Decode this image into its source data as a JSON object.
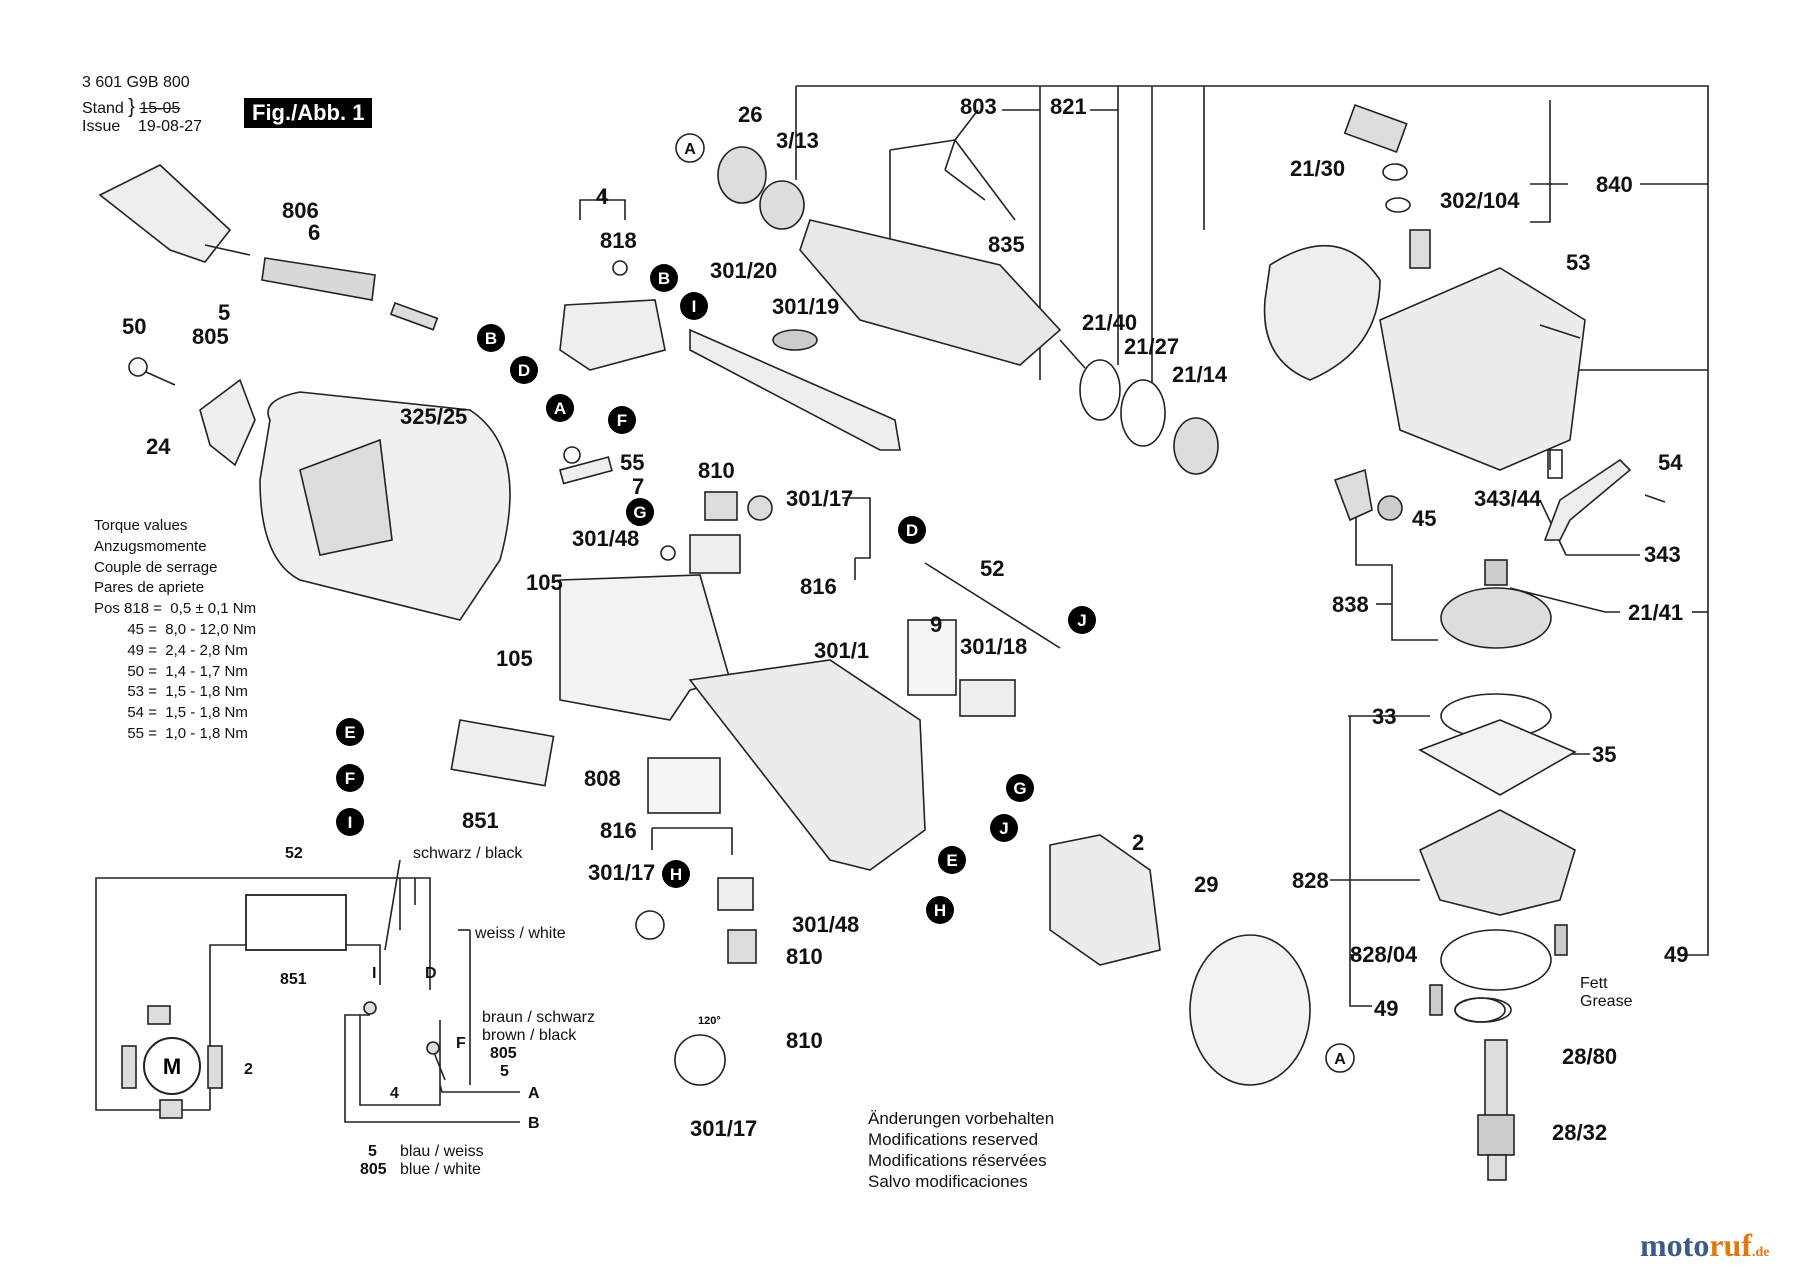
{
  "header": {
    "doc_number": "3 601 G9B 800",
    "stand_label": "Stand",
    "issue_label": "Issue",
    "stand_date": "15-05",
    "issue_date": "19-08-27",
    "figure": "Fig./Abb. 1"
  },
  "torque": {
    "title": [
      "Torque values",
      "Anzugsmomente",
      "Couple de serrage",
      "Pares de apriete"
    ],
    "rows": [
      "Pos 818 =  0,5 ± 0,1 Nm",
      "        45 =  8,0 - 12,0 Nm",
      "        49 =  2,4 - 2,8 Nm",
      "        50 =  1,4 - 1,7 Nm",
      "        53 =  1,5 - 1,8 Nm",
      "        54 =  1,5 - 1,8 Nm",
      "        55 =  1,0 - 1,8 Nm"
    ]
  },
  "parts": [
    {
      "id": "p26",
      "label": "26"
    },
    {
      "id": "p313",
      "label": "3/13"
    },
    {
      "id": "p803",
      "label": "803"
    },
    {
      "id": "p821",
      "label": "821"
    },
    {
      "id": "p2130",
      "label": "21/30"
    },
    {
      "id": "p302104",
      "label": "302/104"
    },
    {
      "id": "p840",
      "label": "840"
    },
    {
      "id": "p806",
      "label": "806"
    },
    {
      "id": "p6",
      "label": "6"
    },
    {
      "id": "p5a",
      "label": "5"
    },
    {
      "id": "p805a",
      "label": "805"
    },
    {
      "id": "p4",
      "label": "4"
    },
    {
      "id": "p818",
      "label": "818"
    },
    {
      "id": "p30120",
      "label": "301/20"
    },
    {
      "id": "p30119",
      "label": "301/19"
    },
    {
      "id": "p835",
      "label": "835"
    },
    {
      "id": "p53",
      "label": "53"
    },
    {
      "id": "p50",
      "label": "50"
    },
    {
      "id": "p2140",
      "label": "21/40"
    },
    {
      "id": "p2127",
      "label": "21/27"
    },
    {
      "id": "p2114",
      "label": "21/14"
    },
    {
      "id": "p32525",
      "label": "325/25"
    },
    {
      "id": "p24",
      "label": "24"
    },
    {
      "id": "p55",
      "label": "55"
    },
    {
      "id": "p7",
      "label": "7"
    },
    {
      "id": "p810a",
      "label": "810"
    },
    {
      "id": "p30117a",
      "label": "301/17"
    },
    {
      "id": "p54",
      "label": "54"
    },
    {
      "id": "p34344",
      "label": "343/44"
    },
    {
      "id": "p45",
      "label": "45"
    },
    {
      "id": "p30148a",
      "label": "301/48"
    },
    {
      "id": "p816a",
      "label": "816"
    },
    {
      "id": "p52a",
      "label": "52"
    },
    {
      "id": "p343",
      "label": "343"
    },
    {
      "id": "p105a",
      "label": "105"
    },
    {
      "id": "p105b",
      "label": "105"
    },
    {
      "id": "p838",
      "label": "838"
    },
    {
      "id": "p2141",
      "label": "21/41"
    },
    {
      "id": "p9",
      "label": "9"
    },
    {
      "id": "p3011",
      "label": "301/1"
    },
    {
      "id": "p30118",
      "label": "301/18"
    },
    {
      "id": "p33",
      "label": "33"
    },
    {
      "id": "p35",
      "label": "35"
    },
    {
      "id": "p808",
      "label": "808"
    },
    {
      "id": "p851a",
      "label": "851"
    },
    {
      "id": "p816b",
      "label": "816"
    },
    {
      "id": "p2",
      "label": "2"
    },
    {
      "id": "p29",
      "label": "29"
    },
    {
      "id": "p828",
      "label": "828"
    },
    {
      "id": "p30117b",
      "label": "301/17"
    },
    {
      "id": "p30148b",
      "label": "301/48"
    },
    {
      "id": "p810b",
      "label": "810"
    },
    {
      "id": "p82804",
      "label": "828/04"
    },
    {
      "id": "p49a",
      "label": "49"
    },
    {
      "id": "p49b",
      "label": "49"
    },
    {
      "id": "p810c",
      "label": "810"
    },
    {
      "id": "p2880",
      "label": "28/80"
    },
    {
      "id": "p30117c",
      "label": "301/17"
    },
    {
      "id": "p2832",
      "label": "28/32"
    }
  ],
  "connectors": [
    {
      "id": "cA1",
      "label": "A"
    },
    {
      "id": "cA2",
      "label": "A"
    },
    {
      "id": "cA3",
      "label": "A"
    },
    {
      "id": "cB1",
      "label": "B"
    },
    {
      "id": "cB2",
      "label": "B"
    },
    {
      "id": "cD1",
      "label": "D"
    },
    {
      "id": "cD2",
      "label": "D"
    },
    {
      "id": "cE1",
      "label": "E"
    },
    {
      "id": "cE2",
      "label": "E"
    },
    {
      "id": "cF1",
      "label": "F"
    },
    {
      "id": "cF2",
      "label": "F"
    },
    {
      "id": "cG1",
      "label": "G"
    },
    {
      "id": "cG2",
      "label": "G"
    },
    {
      "id": "cH1",
      "label": "H"
    },
    {
      "id": "cH2",
      "label": "H"
    },
    {
      "id": "cI1",
      "label": "I"
    },
    {
      "id": "cI2",
      "label": "I"
    },
    {
      "id": "cJ1",
      "label": "J"
    },
    {
      "id": "cJ2",
      "label": "J"
    }
  ],
  "wiring": {
    "label_52": "52",
    "black": "schwarz / black",
    "white": "weiss / white",
    "label_851": "851",
    "motor": "M",
    "label_2": "2",
    "label_I": "I",
    "label_D": "D",
    "label_F": "F",
    "brown_de": "braun / schwarz",
    "brown_en": "brown / black",
    "label_805a": "805",
    "label_5a": "5",
    "label_A": "A",
    "label_4": "4",
    "label_B": "B",
    "label_5b": "5",
    "label_805b": "805",
    "blue_de": "blau / weiss",
    "blue_en": "blue / white"
  },
  "misc": {
    "fett": "Fett",
    "grease": "Grease",
    "angle": "120°"
  },
  "notes": [
    "Änderungen vorbehalten",
    "Modifications reserved",
    "Modifications réservées",
    "Salvo modificaciones"
  ],
  "brand": {
    "main_a": "moto",
    "main_b": "ruf",
    "suffix": ".de"
  }
}
